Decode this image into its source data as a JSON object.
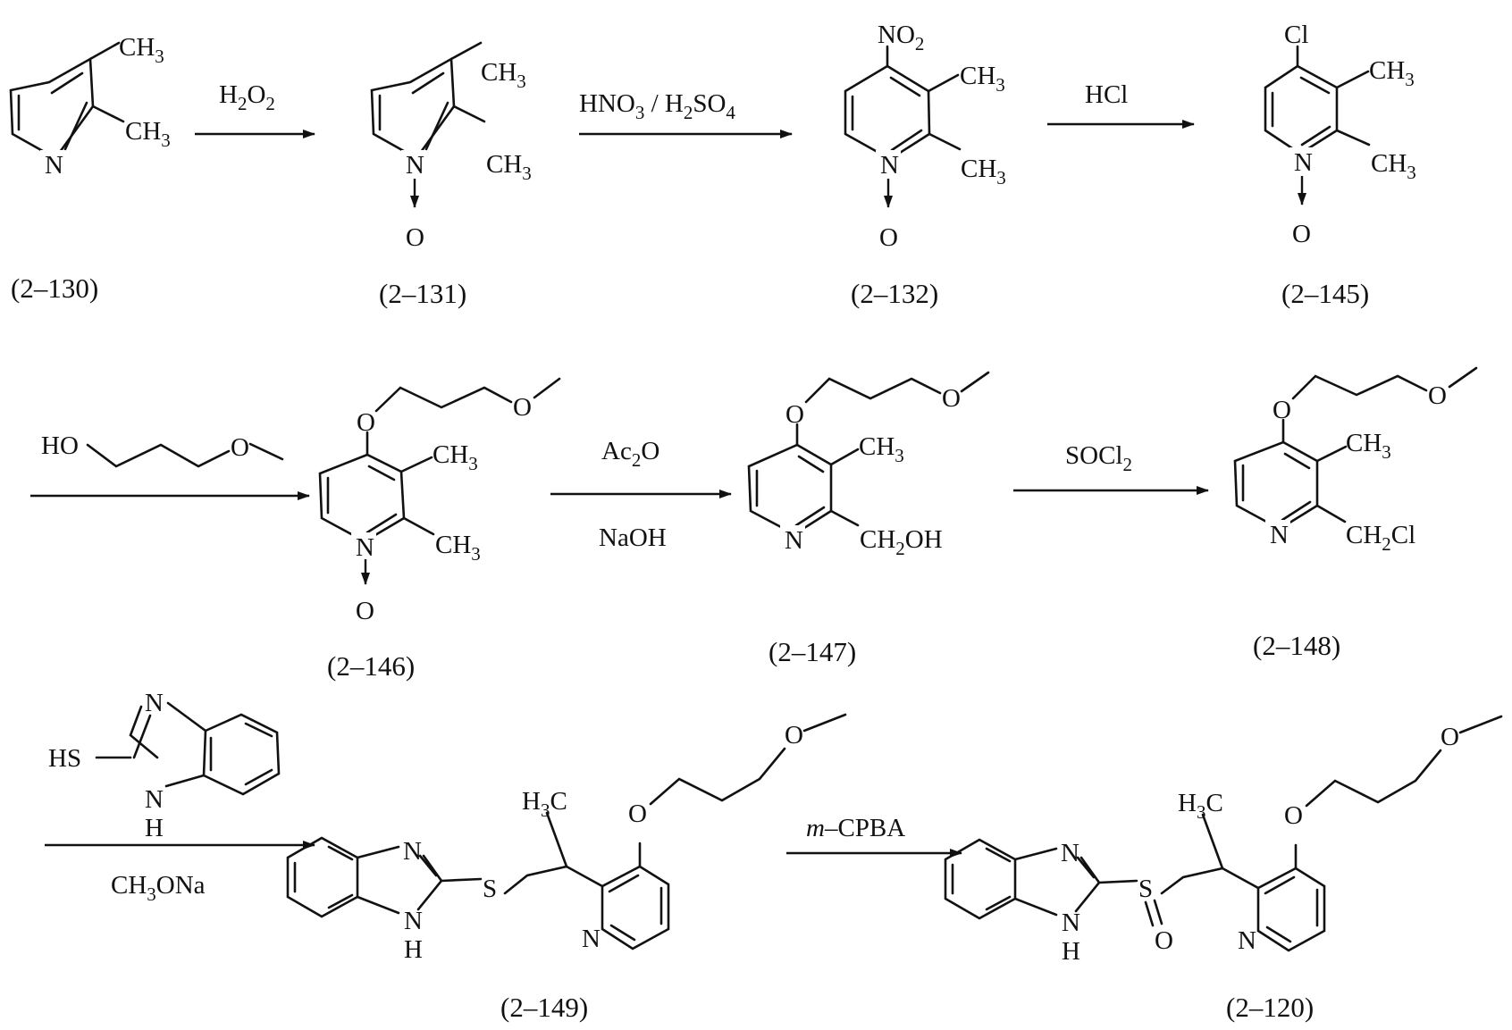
{
  "title": "Synthesis route of rabeprazole",
  "reagents": {
    "h2o2": {
      "main": "H",
      "sub1": "2",
      "main2": "O",
      "sub2": "2"
    },
    "nitration": {
      "a": "HNO",
      "a_sub": "3",
      "sep": " / H",
      "b_sub": "2",
      "b": "SO",
      "b_sub2": "4"
    },
    "hcl": "HCl",
    "alcohol": {
      "ho": "HO",
      "o": "O"
    },
    "ac2o": {
      "a": "Ac",
      "sub": "2",
      "b": "O"
    },
    "naoh": "NaOH",
    "socl2": {
      "a": "SOCl",
      "sub": "2"
    },
    "thiol": {
      "hs": "HS",
      "n": "N",
      "nh": "N",
      "h": "H"
    },
    "ch3ona": {
      "a": "CH",
      "sub": "3",
      "b": "ONa"
    },
    "mcpba": {
      "m": "m",
      "rest": "–CPBA"
    }
  },
  "compounds": [
    {
      "id": "c130",
      "label": "(2–130)"
    },
    {
      "id": "c131",
      "label": "(2–131)"
    },
    {
      "id": "c132",
      "label": "(2–132)"
    },
    {
      "id": "c145",
      "label": "(2–145)"
    },
    {
      "id": "c146",
      "label": "(2–146)"
    },
    {
      "id": "c147",
      "label": "(2–147)"
    },
    {
      "id": "c148",
      "label": "(2–148)"
    },
    {
      "id": "c149",
      "label": "(2–149)"
    },
    {
      "id": "c120",
      "label": "(2–120)"
    }
  ],
  "atoms": {
    "N": "N",
    "O": "O",
    "S": "S",
    "H": "H",
    "Cl": "Cl",
    "CH": "CH",
    "three": "3",
    "NO": "NO",
    "two": "2",
    "CH2OH": {
      "a": "CH",
      "sub": "2",
      "b": "OH"
    },
    "CH2Cl": {
      "a": "CH",
      "sub": "2",
      "b": "Cl"
    },
    "H3C": {
      "a": "H",
      "sub": "3",
      "b": "C"
    }
  },
  "colors": {
    "ink": "#111111",
    "background": "#ffffff"
  }
}
